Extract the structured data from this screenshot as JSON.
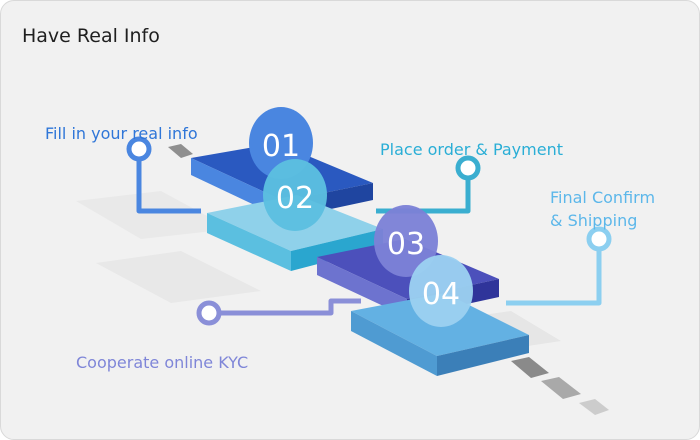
{
  "card": {
    "title": "Have Real Info"
  },
  "steps": [
    {
      "number": "01",
      "label": "Fill in your real info",
      "color": "#2f63c6",
      "accent": "#4a86e0"
    },
    {
      "number": "02",
      "label": "Cooperate online KYC",
      "color": "#4cb8d8",
      "accent": "#8cd3ea"
    },
    {
      "number": "03",
      "label": "Place order & Payment",
      "color": "#4a4fb8",
      "accent": "#6d73cf"
    },
    {
      "number": "04",
      "label_lines": [
        "Final Confirm",
        "& Shipping"
      ],
      "color": "#5fa9df",
      "accent": "#9bcdf0"
    }
  ],
  "colors": {
    "label_blue": "#2f76d8",
    "label_teal": "#2aaed6",
    "label_light": "#5cb7ea",
    "label_purple": "#7f86d8"
  }
}
